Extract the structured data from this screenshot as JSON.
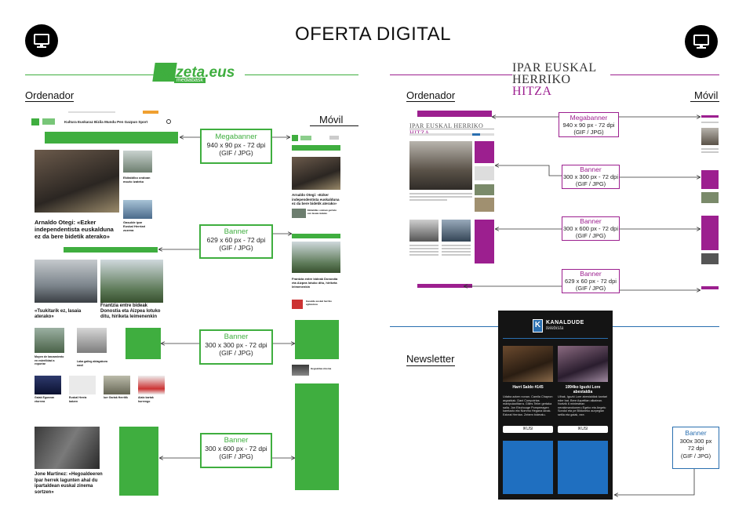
{
  "page": {
    "title": "OFERTA DIGITAL"
  },
  "colors": {
    "green": "#3fae3f",
    "magenta": "#9c1f8f",
    "blue": "#2a6fb0",
    "newsletter_bg": "#141414"
  },
  "icons": {
    "monitor": "monitor-icon"
  },
  "kazeta": {
    "logo_main": "Kazeta.eus",
    "logo_sub": "mediabask",
    "ordenador_label": "Ordenador",
    "movil_label": "Móvil",
    "nav": [
      "Kultura",
      "Euskaraz",
      "Bizila",
      "Mundu",
      "Pen Gazpun",
      "Sport"
    ],
    "desktop": {
      "headline_main": "Arnaldo Otegi: «Ezker independentista euskaldunа ez da bere bidetik aterako»",
      "side1": "Ekitaldiko ondoan mozio izateko",
      "side2": "Gasulde ipar Euskal Herriari zuzena",
      "h_tsukitarik": "«Tsukitarik ez, lasaia aterako»",
      "h_frantzia": "Frantzia entre bideak Donostia eta Aizpea lotuko ditu, hiriketa leimenenkin",
      "h_small1": "Moyen de lanzamiento en esterilidad a exportar",
      "h_small2": "Laba gaiteg aktagakora nasil",
      "h_r1": "Gaiak Egunean etorrera",
      "h_r2": "Euskal Herria batzen",
      "h_r3": "Iurr Gariak Herritik",
      "h_r4": "Aialo kartak hurrengo",
      "h_bottom": "Jone Martinez: «Hegoaldeeren Ipar herrek lagunten ahal du ipartaldean euskal zinema sortzen»"
    },
    "mobile": {
      "headline_main": "Arnaldo Otegi: «Ezker independentista euskalduna ez da bere bidetik aterako»",
      "side": "Ekitaldiko ondoan gertatu zen lasaia izateko",
      "h2": "Frantzia entre bideak Donostia eta Aizpea lotuko ditu, hiriketa leimenenkin",
      "h3": "Gasulde euskal herriko egitasmoa",
      "h4": "Hegoaldea zinema"
    }
  },
  "iparralde": {
    "logo_line1": "IPAR EUSKAL",
    "logo_line2a": "HERRIKO",
    "logo_line2b": "HITZA",
    "ordenador_label": "Ordenador",
    "movil_label": "Móvil"
  },
  "callouts": {
    "kazeta_megabanner": {
      "title": "Megabanner",
      "size": "940 x 90 px - 72 dpi",
      "format": "(GIF / JPG)"
    },
    "kazeta_banner_629": {
      "title": "Banner",
      "size": "629 x 60 px - 72 dpi",
      "format": "(GIF / JPG)"
    },
    "kazeta_banner_300": {
      "title": "Banner",
      "size": "300 x 300 px - 72 dpi",
      "format": "(GIF / JPG)"
    },
    "kazeta_banner_600": {
      "title": "Banner",
      "size": "300 x 600 px - 72 dpi",
      "format": "(GIF / JPG)"
    },
    "ipar_megabanner": {
      "title": "Megabanner",
      "size": "940 x 90 px - 72 dpi",
      "format": "(GIF / JPG)"
    },
    "ipar_banner_300": {
      "title": "Banner",
      "size": "300 x 300 px - 72 dpi",
      "format": "(GIF / JPG)"
    },
    "ipar_banner_600": {
      "title": "Banner",
      "size": "300 x 600 px - 72 dpi",
      "format": "(GIF / JPG)"
    },
    "ipar_banner_629": {
      "title": "Banner",
      "size": "629 x 60 px - 72 dpi",
      "format": "(GIF / JPG)"
    },
    "newsletter_banner": {
      "title": "Banner",
      "size": "300x 300 px",
      "dpi": "72 dpi",
      "format": "(GIF / JPG)"
    }
  },
  "newsletter": {
    "section_label": "Newsletter",
    "brand": "KANALDUDE",
    "brand_sub": "telebista",
    "logo_letter": "K",
    "card1_title": "Harri Saldo #145",
    "card1_text": "Udaba azken nonan. Camila Chapron argazkiak. Dani Compoirtas manipulaziltarra. Gilles Telier gertaka saila. Jon Etxchouge Pompeeagen karelazio eta Nommo Hegana lanak. Ezkeal Herrian. Zebem bideratu.",
    "card1_button": "IKUSI",
    "card2_title": "1994ko Iguzki Lore abestaldia",
    "card2_text": "Ulhak, Iguzki Lore abestaldiak kantari eder bat. Bere Azpeitian alkatean. Nortzik 6 miniestean nerakimarokoneru Egeko eta Angelu Sondoi eta pe Bilduneko aurpegian setila eta gaiak, eze.",
    "card2_button": "IKUSI"
  }
}
